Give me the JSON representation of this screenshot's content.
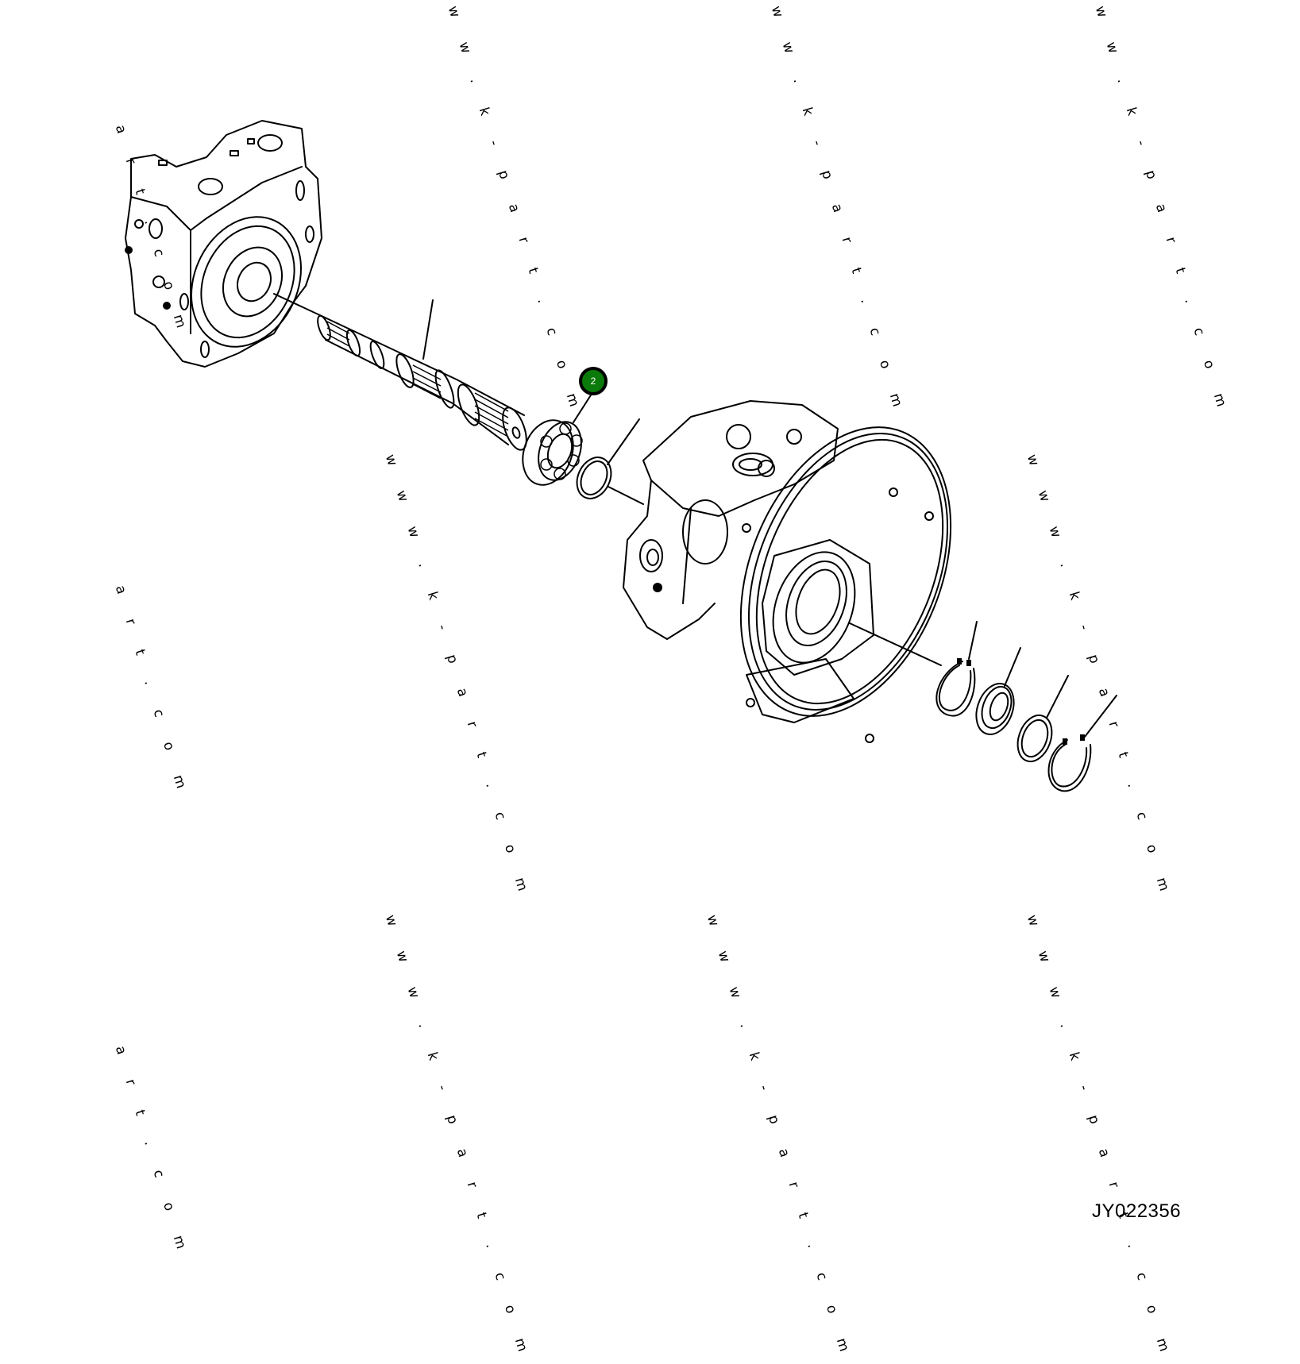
{
  "diagram": {
    "type": "exploded-parts-diagram",
    "subject": "hydraulic pump shaft and bearing assembly",
    "drawing_id": "JY022356",
    "callouts": [
      {
        "number": "2",
        "target": "bearing",
        "highlight_color": "#0a7a0a"
      }
    ],
    "parts": [
      {
        "name": "rear-pump-housing"
      },
      {
        "name": "drive-shaft"
      },
      {
        "name": "bearing",
        "callout": "2"
      },
      {
        "name": "o-ring"
      },
      {
        "name": "front-pump-housing-with-flange"
      },
      {
        "name": "snap-ring"
      },
      {
        "name": "oil-seal"
      },
      {
        "name": "spacer-ring"
      },
      {
        "name": "snap-ring-outer"
      }
    ],
    "watermarks": {
      "full_text": "w w w . k - p a r t . c o m",
      "partial_text": "a r t . c o m"
    }
  },
  "colors": {
    "background": "#ffffff",
    "line": "#000000",
    "callout_fill": "#0a7a0a",
    "callout_text": "#ffffff"
  }
}
